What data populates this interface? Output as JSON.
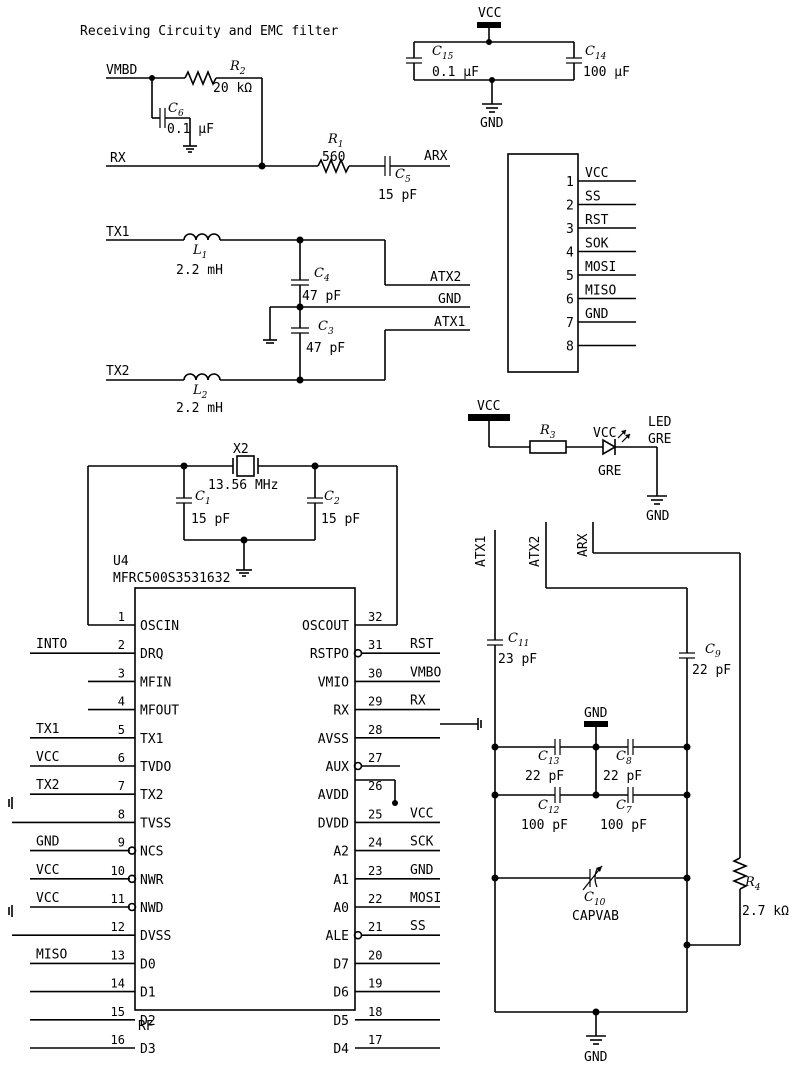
{
  "title": "Receiving Circuity and EMC filter",
  "nets": {
    "vmbd": "VMBD",
    "rx": "RX",
    "arx": "ARX",
    "tx1": "TX1",
    "tx2": "TX2",
    "atx1": "ATX1",
    "atx2": "ATX2",
    "gnd": "GND",
    "vcc": "VCC"
  },
  "components": {
    "r1": {
      "ref": "R",
      "sub": "1",
      "value": "560"
    },
    "r2": {
      "ref": "R",
      "sub": "2",
      "value": "20 kΩ"
    },
    "r3": {
      "ref": "R",
      "sub": "3"
    },
    "r4": {
      "ref": "R",
      "sub": "4",
      "value": "2.7 kΩ"
    },
    "c1": {
      "ref": "C",
      "sub": "1",
      "value": "15 pF"
    },
    "c2": {
      "ref": "C",
      "sub": "2",
      "value": "15 pF"
    },
    "c3": {
      "ref": "C",
      "sub": "3",
      "value": "47 pF"
    },
    "c4": {
      "ref": "C",
      "sub": "4",
      "value": "47 pF"
    },
    "c5": {
      "ref": "C",
      "sub": "5",
      "value": "15 pF"
    },
    "c6": {
      "ref": "C",
      "sub": "6",
      "value": "0.1  μF"
    },
    "c7": {
      "ref": "C",
      "sub": "7",
      "value": "100 pF"
    },
    "c8": {
      "ref": "C",
      "sub": "8",
      "value": "22 pF"
    },
    "c9": {
      "ref": "C",
      "sub": "9",
      "value": "22 pF"
    },
    "c10": {
      "ref": "C",
      "sub": "10",
      "value": "CAPVAB"
    },
    "c11": {
      "ref": "C",
      "sub": "11",
      "value": "23 pF"
    },
    "c12": {
      "ref": "C",
      "sub": "12",
      "value": "100 pF"
    },
    "c13": {
      "ref": "C",
      "sub": "13",
      "value": "22 pF"
    },
    "c14": {
      "ref": "C",
      "sub": "14",
      "value": "100  μF"
    },
    "c15": {
      "ref": "C",
      "sub": "15",
      "value": "0.1  μF"
    },
    "l1": {
      "ref": "L",
      "sub": "1",
      "value": "2.2 mH"
    },
    "l2": {
      "ref": "L",
      "sub": "2",
      "value": "2.2 mH"
    },
    "x2": {
      "ref": "X2",
      "value": "13.56 MHz"
    },
    "led": {
      "label": "LED",
      "net": "GRE",
      "name": "GRE",
      "vcc": "VCC"
    }
  },
  "connector": {
    "pins": [
      {
        "num": "1",
        "label": "VCC"
      },
      {
        "num": "2",
        "label": "SS"
      },
      {
        "num": "3",
        "label": "RST"
      },
      {
        "num": "4",
        "label": "SOK"
      },
      {
        "num": "5",
        "label": "MOSI"
      },
      {
        "num": "6",
        "label": "MISO"
      },
      {
        "num": "7",
        "label": "GND"
      },
      {
        "num": "8",
        "label": ""
      }
    ]
  },
  "chip": {
    "ref": "U4",
    "part": "MFRC500S3531632",
    "footer": "RF",
    "left_pins": [
      {
        "num": "1",
        "name": "OSCIN",
        "net": ""
      },
      {
        "num": "2",
        "name": "DRQ",
        "net": "INTO"
      },
      {
        "num": "3",
        "name": "MFIN",
        "net": ""
      },
      {
        "num": "4",
        "name": "MFOUT",
        "net": ""
      },
      {
        "num": "5",
        "name": "TX1",
        "net": "TX1"
      },
      {
        "num": "6",
        "name": "TVDO",
        "net": "VCC"
      },
      {
        "num": "7",
        "name": "TX2",
        "net": "TX2"
      },
      {
        "num": "8",
        "name": "TVSS",
        "net": ""
      },
      {
        "num": "9",
        "name": "NCS",
        "net": "GND"
      },
      {
        "num": "10",
        "name": "NWR",
        "net": "VCC"
      },
      {
        "num": "11",
        "name": "NWD",
        "net": "VCC"
      },
      {
        "num": "12",
        "name": "DVSS",
        "net": ""
      },
      {
        "num": "13",
        "name": "D0",
        "net": "MISO"
      },
      {
        "num": "14",
        "name": "D1",
        "net": ""
      },
      {
        "num": "15",
        "name": "D2",
        "net": ""
      },
      {
        "num": "16",
        "name": "D3",
        "net": ""
      }
    ],
    "right_pins": [
      {
        "num": "32",
        "name": "OSCOUT",
        "net": ""
      },
      {
        "num": "31",
        "name": "RSTPO",
        "net": "RST"
      },
      {
        "num": "30",
        "name": "VMIO",
        "net": "VMBO"
      },
      {
        "num": "29",
        "name": "RX",
        "net": "RX"
      },
      {
        "num": "28",
        "name": "AVSS",
        "net": ""
      },
      {
        "num": "27",
        "name": "AUX",
        "net": ""
      },
      {
        "num": "26",
        "name": "AVDD",
        "net": ""
      },
      {
        "num": "25",
        "name": "DVDD",
        "net": "VCC"
      },
      {
        "num": "24",
        "name": "A2",
        "net": "SCK"
      },
      {
        "num": "23",
        "name": "A1",
        "net": "GND"
      },
      {
        "num": "22",
        "name": "A0",
        "net": "MOSI"
      },
      {
        "num": "21",
        "name": "ALE",
        "net": "SS"
      },
      {
        "num": "20",
        "name": "D7",
        "net": ""
      },
      {
        "num": "19",
        "name": "D6",
        "net": ""
      },
      {
        "num": "18",
        "name": "D5",
        "net": ""
      },
      {
        "num": "17",
        "name": "D4",
        "net": ""
      }
    ]
  }
}
